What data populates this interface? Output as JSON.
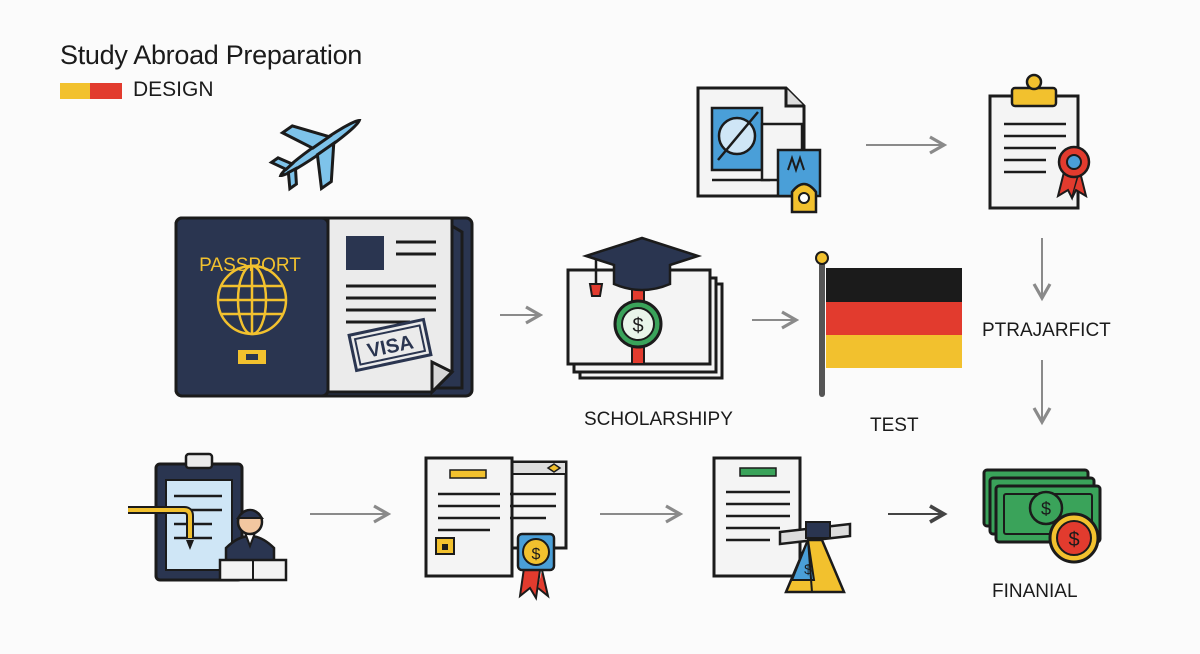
{
  "title": "Study Abroad Preparation",
  "subtitle": "DESIGN",
  "accent_colors": {
    "yellow": "#f2c12e",
    "red": "#e23b2e",
    "navy": "#2a3550",
    "blue": "#4a9fd8",
    "green": "#3aa35a"
  },
  "labels": {
    "passport": "PASSPORT",
    "visa": "VISA",
    "scholarship": "SCHOLARSHIPY",
    "test": "TEST",
    "ptra": "PTRAJARFICT",
    "financial": "FINANIAL",
    "dollar": "$"
  },
  "icons": [
    "airplane-icon",
    "passport-icon",
    "visa-stamp-icon",
    "id-document-icon",
    "certificate-clipboard-icon",
    "graduation-scholarship-icon",
    "germany-flag-icon",
    "clipboard-agent-icon",
    "document-seal-icon",
    "signing-document-icon",
    "money-stack-icon"
  ]
}
